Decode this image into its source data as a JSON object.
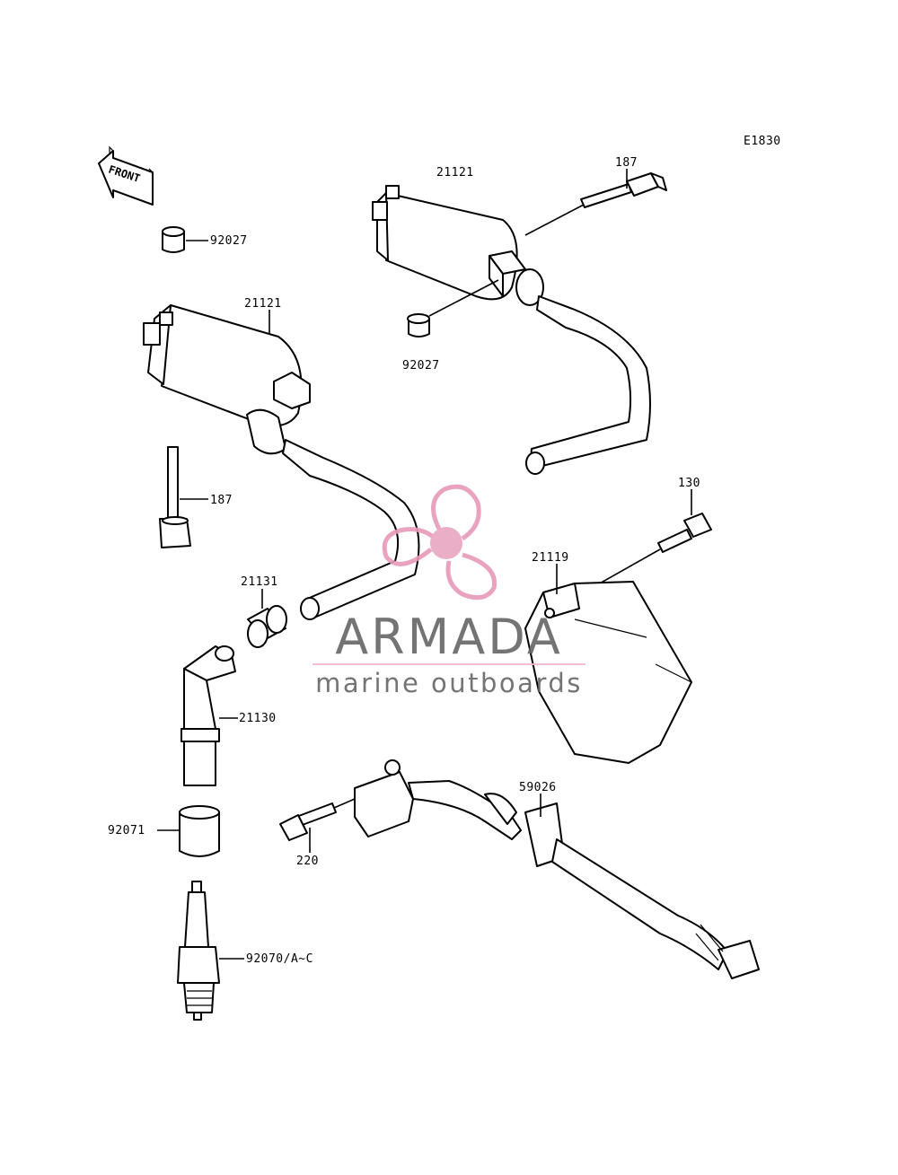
{
  "diagram_code": "E1830",
  "front_label": "FRONT",
  "parts": {
    "coil_top": "21121",
    "bolt_top": "187",
    "collar_left": "92027",
    "coil_left": "21121",
    "collar_mid": "92027",
    "bolt_left": "187",
    "bolt_igniter": "130",
    "igniter": "21119",
    "seal": "21131",
    "plug_cap": "21130",
    "boot": "92071",
    "bolt_pickup": "220",
    "clamp": "59026",
    "spark_plug": "92070/A~C"
  },
  "watermark": {
    "title": "ARMADA",
    "subtitle": "marine outboards",
    "title_color": "#666666",
    "accent_color": "#f2b8d0",
    "propeller_color": "#e79ab9",
    "hub_color": "#e8a7c2"
  }
}
